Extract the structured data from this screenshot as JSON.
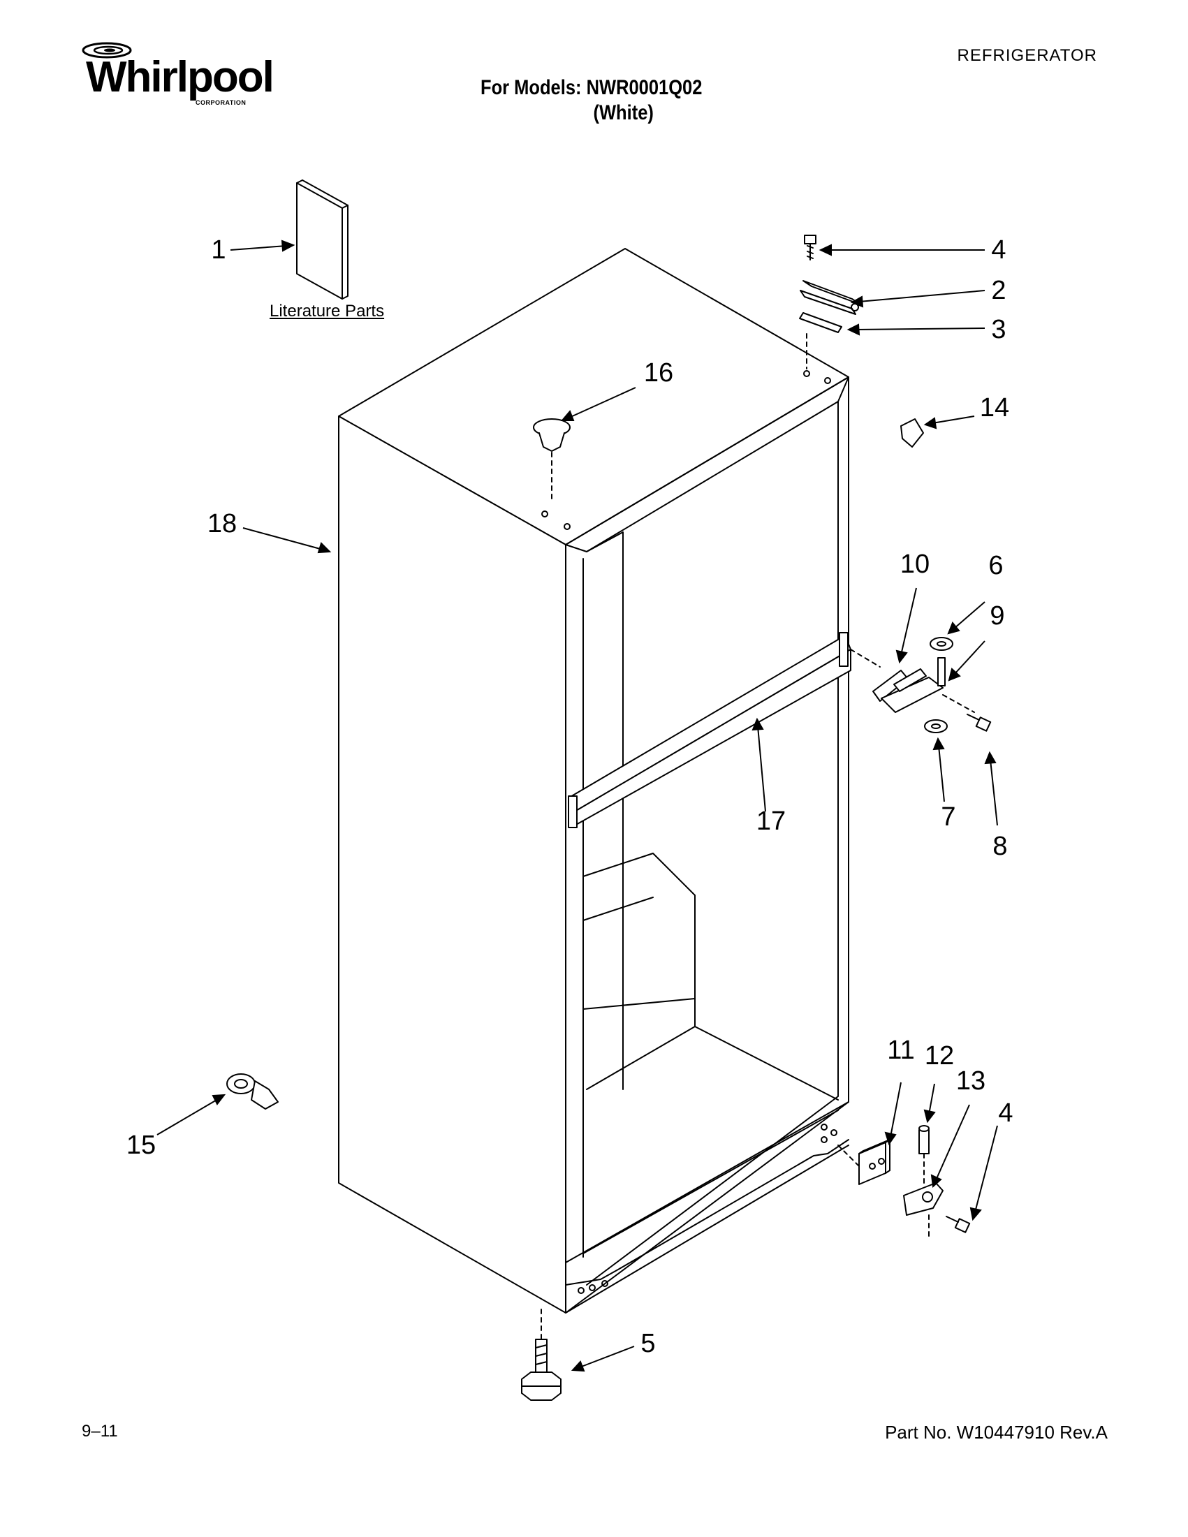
{
  "header": {
    "brand": "Whirlpool",
    "brand_sub": "CORPORATION",
    "category": "REFRIGERATOR",
    "models_line": "For Models: NWR0001Q02",
    "color_line": "(White)"
  },
  "literature_label": "Literature Parts",
  "callouts": [
    "1",
    "2",
    "3",
    "4",
    "4",
    "5",
    "6",
    "7",
    "8",
    "9",
    "10",
    "11",
    "12",
    "13",
    "14",
    "15",
    "16",
    "17",
    "18"
  ],
  "footer": {
    "date_code": "9–11",
    "part_no": "Part No. W10447910 Rev.A"
  }
}
